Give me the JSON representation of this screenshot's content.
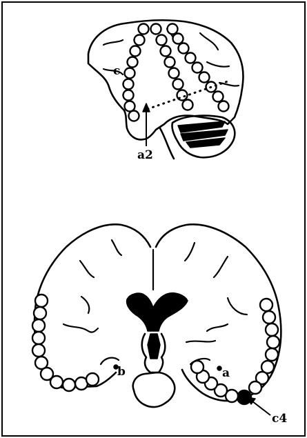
{
  "figure": {
    "top_panel": {
      "labels": {
        "electrode_strip": "c",
        "target_pointer": "a2"
      }
    },
    "bottom_panel": {
      "labels": {
        "left_marker": "b",
        "right_marker": "a",
        "filled_contact_pointer": "c4"
      }
    },
    "colors": {
      "ink": "#000000",
      "background": "#ffffff"
    }
  }
}
